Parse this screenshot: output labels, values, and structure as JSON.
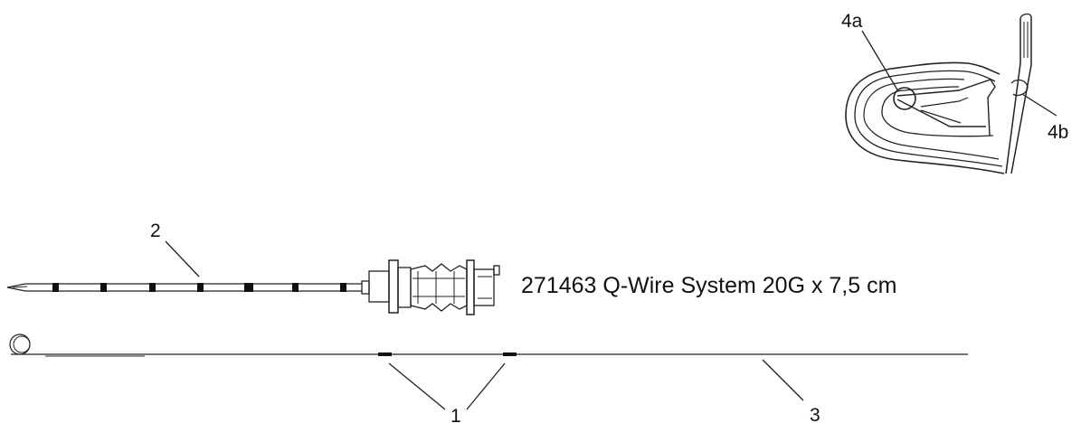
{
  "labels": {
    "l4a": "4a",
    "l4b": "4b",
    "l2": "2",
    "l1": "1",
    "l3": "3"
  },
  "product_text": "271463 Q-Wire System 20G x 7,5 cm"
}
